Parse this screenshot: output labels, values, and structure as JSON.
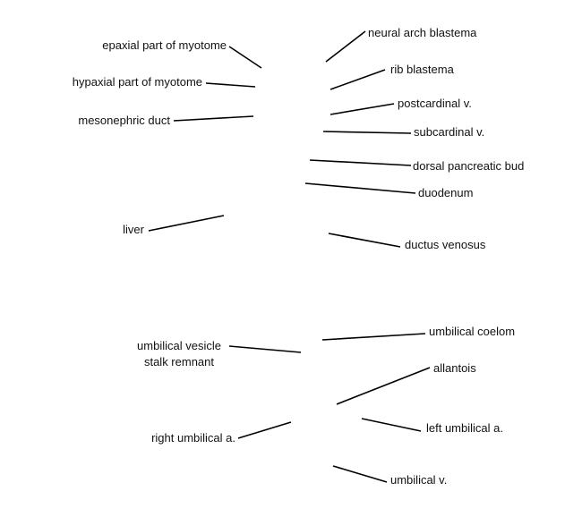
{
  "labels": {
    "epaxial": "epaxial part of myotome",
    "hypaxial": "hypaxial part of myotome",
    "mesonephric": "mesonephric duct",
    "liver": "liver",
    "umb_vesicle_1": "umbilical vesicle",
    "umb_vesicle_2": "stalk remnant",
    "right_umb_a": "right umbilical a.",
    "neural_arch": "neural arch blastema",
    "rib": "rib blastema",
    "postcardinal": "postcardinal v.",
    "subcardinal": "subcardinal v.",
    "dorsal_pancreatic": "dorsal pancreatic bud",
    "duodenum": "duodenum",
    "ductus_venosus": "ductus venosus",
    "umb_coelom": "umbilical coelom",
    "allantois": "allantois",
    "left_umb_a": "left umbilical a.",
    "umb_v": "umbilical v."
  }
}
